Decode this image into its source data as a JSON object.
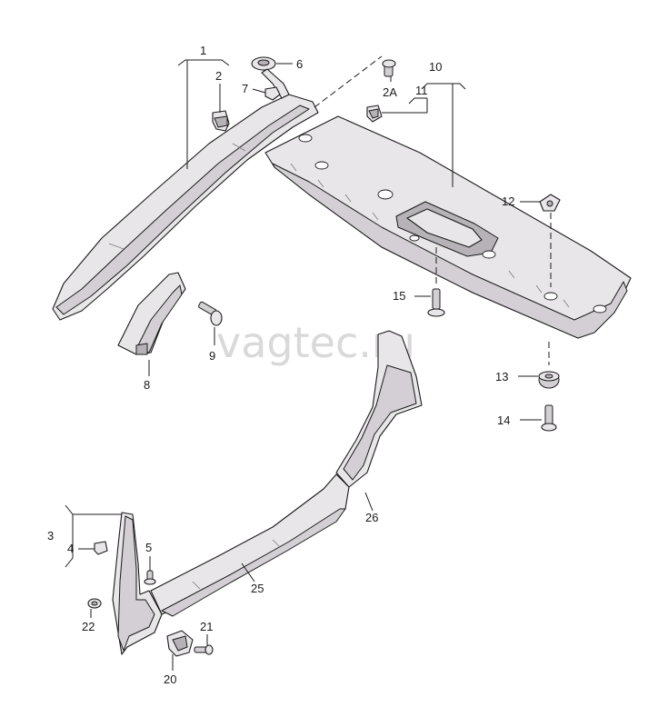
{
  "watermark": "vagtec.ru",
  "callouts": {
    "p1": "1",
    "p2": "2",
    "p2a": "2A",
    "p3": "3",
    "p4": "4",
    "p5": "5",
    "p6": "6",
    "p7": "7",
    "p8": "8",
    "p9": "9",
    "p10": "10",
    "p11": "11",
    "p12": "12",
    "p13": "13",
    "p14": "14",
    "p15": "15",
    "p20": "20",
    "p21": "21",
    "p22": "22",
    "p25": "25",
    "p26": "26"
  }
}
